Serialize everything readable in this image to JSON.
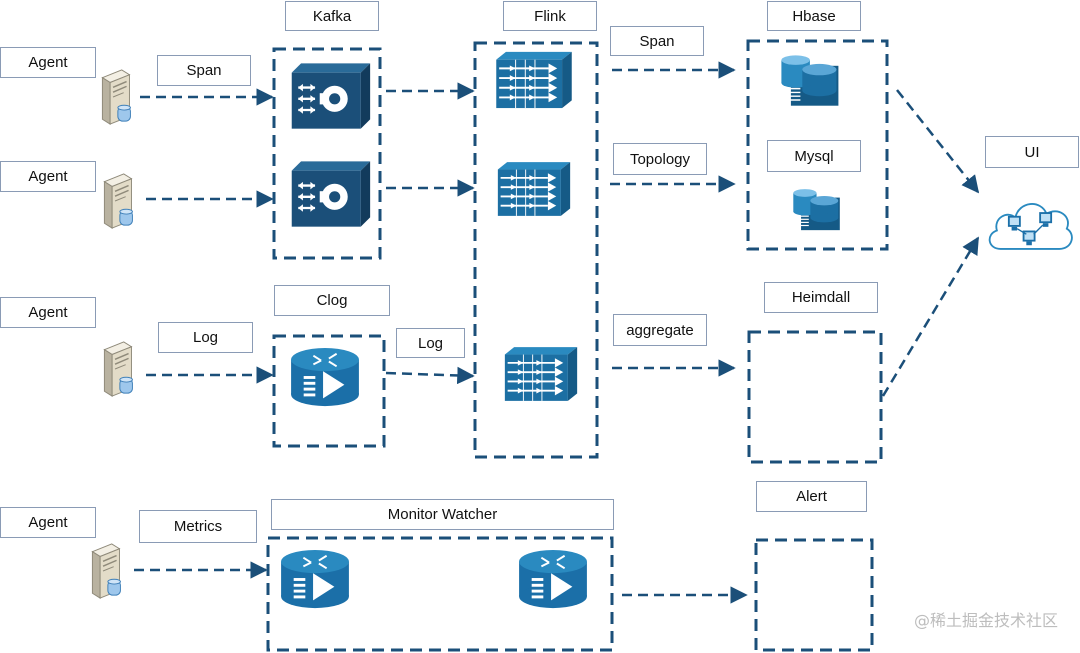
{
  "labels": {
    "agent_span": "Agent",
    "agent_topology": "Agent",
    "agent_log": "Agent",
    "agent_metrics": "Agent",
    "edge_span_in": "Span",
    "edge_log_in": "Log",
    "edge_log_mid": "Log",
    "edge_metrics_in": "Metrics",
    "edge_span_out": "Span",
    "edge_topology_out": "Topology",
    "edge_aggregate_out": "aggregate",
    "kafka": "Kafka",
    "flink": "Flink",
    "clog": "Clog",
    "hbase": "Hbase",
    "mysql": "Mysql",
    "heimdall": "Heimdall",
    "alert": "Alert",
    "monitor_watcher": "Monitor Watcher",
    "ui": "UI"
  },
  "watermark": "@稀土掘金技术社区",
  "colors": {
    "primary": "#1b4f79",
    "accent": "#2a8ac0",
    "server": "#e3dcc8",
    "cloud": "#ffffff"
  },
  "icons": {
    "server": "server-icon",
    "kafka": "kafka-broker-icon",
    "flink": "flink-processor-icon",
    "router": "router-icon",
    "database": "database-icon",
    "cloud": "network-cloud-icon"
  }
}
